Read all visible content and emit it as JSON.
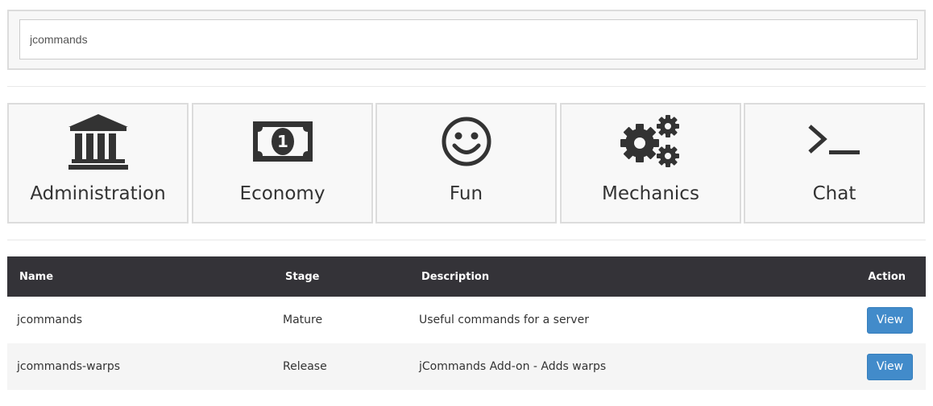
{
  "search": {
    "value": "jcommands"
  },
  "categories": [
    {
      "label": "Administration",
      "icon": "bank-icon"
    },
    {
      "label": "Economy",
      "icon": "money-icon"
    },
    {
      "label": "Fun",
      "icon": "smiley-icon"
    },
    {
      "label": "Mechanics",
      "icon": "gears-icon"
    },
    {
      "label": "Chat",
      "icon": "terminal-icon"
    }
  ],
  "table": {
    "headers": {
      "name": "Name",
      "stage": "Stage",
      "description": "Description",
      "action": "Action"
    },
    "rows": [
      {
        "name": "jcommands",
        "stage": "Mature",
        "description": "Useful commands for a server",
        "action": "View"
      },
      {
        "name": "jcommands-warps",
        "stage": "Release",
        "description": "jCommands Add-on - Adds warps",
        "action": "View"
      }
    ]
  },
  "colors": {
    "header_bg": "#343338",
    "button_bg": "#428bca",
    "icon": "#333333"
  }
}
